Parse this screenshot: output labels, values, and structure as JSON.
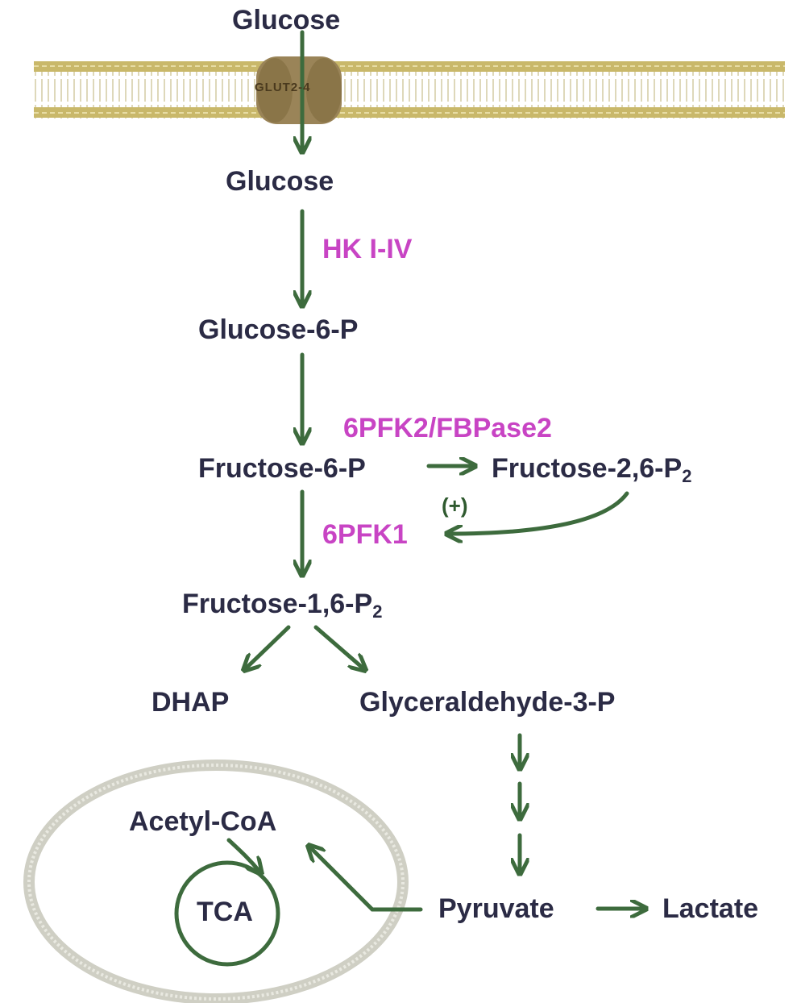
{
  "transporter": "GLUT2-4",
  "metabolites": {
    "glucose_out": "Glucose",
    "glucose_in": "Glucose",
    "g6p": "Glucose-6-P",
    "f6p": "Fructose-6-P",
    "f26p2_main": "Fructose-2,6-P",
    "f26p2_sub": "2",
    "f16p2_main": "Fructose-1,6-P",
    "f16p2_sub": "2",
    "dhap": "DHAP",
    "g3p": "Glyceraldehyde-3-P",
    "acetyl_coa": "Acetyl-CoA",
    "tca": "TCA",
    "pyruvate": "Pyruvate",
    "lactate": "Lactate"
  },
  "enzymes": {
    "hk": "HK I-IV",
    "pfk2": "6PFK2/FBPase2",
    "pfk1": "6PFK1"
  },
  "regulation": {
    "activation": "(+)"
  },
  "colors": {
    "arrow": "#3d6b3d",
    "enzyme": "#c844c4",
    "text": "#2b2b45",
    "membrane": "#c9b86a",
    "transporter": "#9a8458",
    "mito_membrane": "#cfcfc4"
  }
}
